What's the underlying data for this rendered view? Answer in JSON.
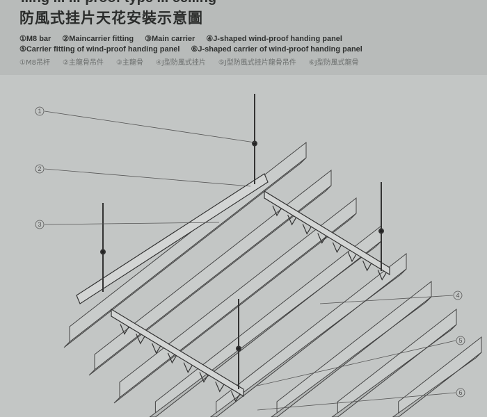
{
  "header": {
    "title_en_cut": "...ng ... ...-proof type ... ceiling",
    "title_cn": "防風式挂片天花安裝示意圖"
  },
  "legend_en": [
    "①M8 bar",
    "②Maincarrier fitting",
    "③Main carrier",
    "④J-shaped wind-proof handing panel",
    "⑤Carrier fitting of wind-proof handing panel",
    "⑥J-shaped carrier of wind-proof handing panel"
  ],
  "legend_cn": [
    "①M8吊杆",
    "②主龍骨吊件",
    "③主龍骨",
    "④J型防風式挂片",
    "⑤J型防風式挂片龍骨吊件",
    "⑥J型防風式龍骨"
  ],
  "callouts": [
    "1",
    "2",
    "3",
    "4",
    "5",
    "6"
  ]
}
